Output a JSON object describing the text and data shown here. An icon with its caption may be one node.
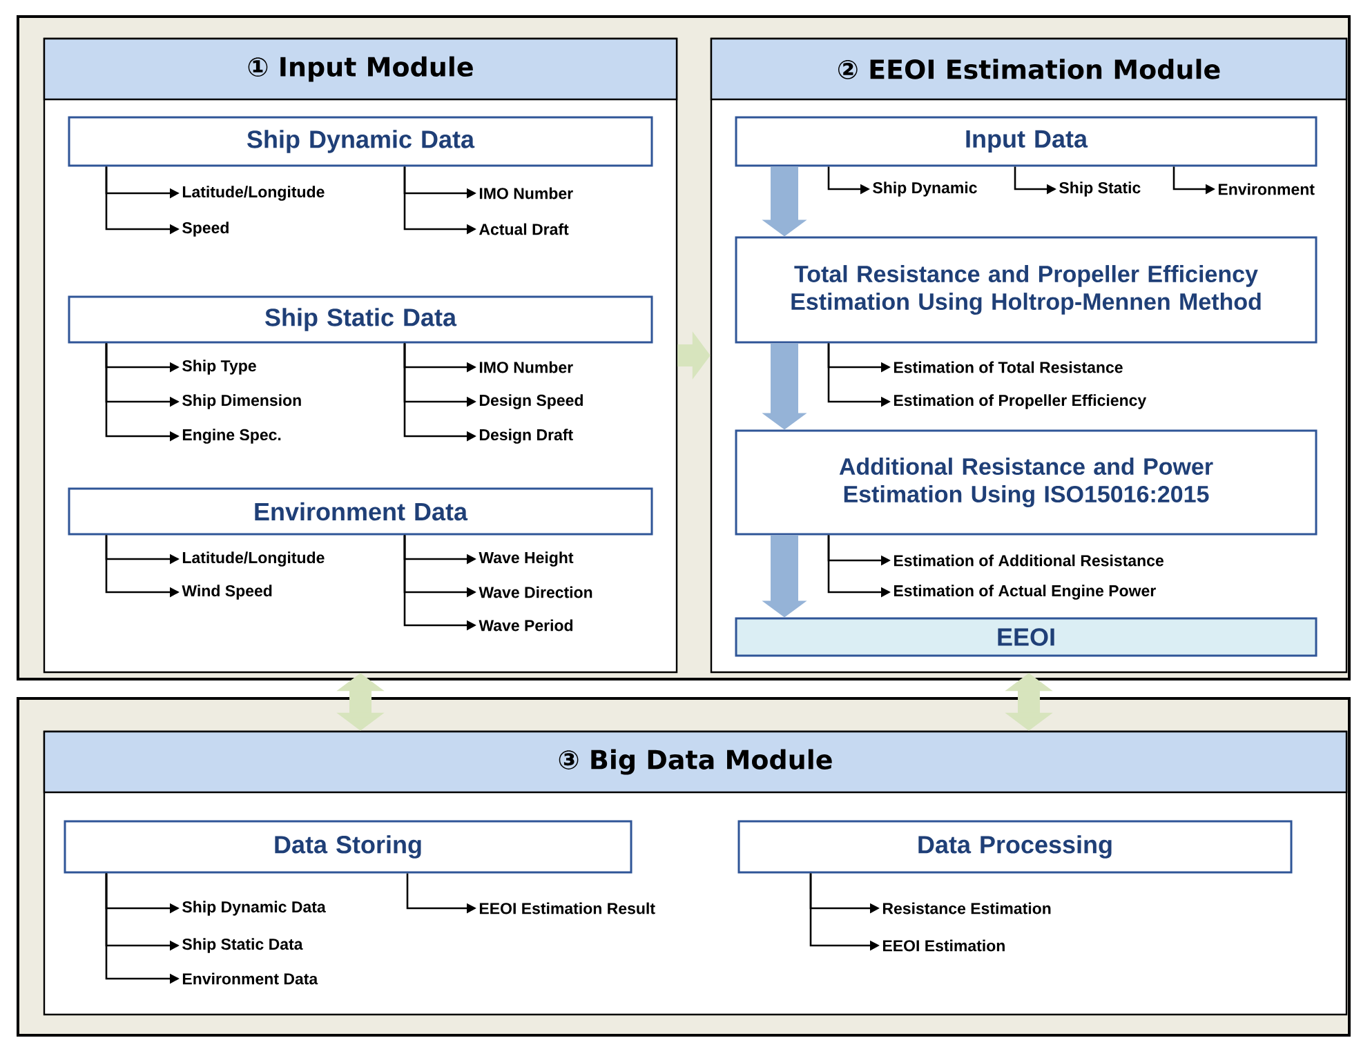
{
  "diagram": {
    "nodes": [
      {
        "text": [
          "① Input Module"
        ]
      },
      {
        "text": [
          "Ship Dynamic Data"
        ],
        "in": 0
      },
      {
        "text": [
          "Latitude/Longitude"
        ],
        "in": 0
      },
      {
        "text": [
          "Speed"
        ],
        "in": 0
      },
      {
        "text": [
          "IMO Number"
        ],
        "in": 0
      },
      {
        "text": [
          "Actual Draft"
        ],
        "in": 0
      },
      {
        "text": [
          "Ship Static Data"
        ],
        "in": 0
      },
      {
        "text": [
          "Ship Type"
        ],
        "in": 0
      },
      {
        "text": [
          "Ship Dimension"
        ],
        "in": 0
      },
      {
        "text": [
          "Engine Spec."
        ],
        "in": 0
      },
      {
        "text": [
          "IMO Number"
        ],
        "in": 0
      },
      {
        "text": [
          "Design Speed"
        ],
        "in": 0
      },
      {
        "text": [
          "Design Draft"
        ],
        "in": 0
      },
      {
        "text": [
          "Environment Data"
        ],
        "in": 0
      },
      {
        "text": [
          "Latitude/Longitude"
        ],
        "in": 0
      },
      {
        "text": [
          "Wind Speed"
        ],
        "in": 0
      },
      {
        "text": [
          "Wave Height"
        ],
        "in": 0
      },
      {
        "text": [
          "Wave Direction"
        ],
        "in": 0
      },
      {
        "text": [
          "Wave Period"
        ],
        "in": 0
      },
      {
        "text": [
          "② EEOI Estimation Module"
        ]
      },
      {
        "text": [
          "Input Data"
        ],
        "in": 19
      },
      {
        "text": [
          "Ship Dynamic"
        ],
        "in": 19
      },
      {
        "text": [
          "Ship Static"
        ],
        "in": 19
      },
      {
        "text": [
          "Environment"
        ],
        "in": 19
      },
      {
        "text": [
          "Total Resistance and Propeller Efficiency Estimation Using Holtrop-Mennen Method"
        ],
        "in": 19
      },
      {
        "text": [
          "Estimation of Total Resistance"
        ],
        "in": 19
      },
      {
        "text": [
          "Estimation of Propeller Efficiency"
        ],
        "in": 19
      },
      {
        "text": [
          "Additional Resistance and Power Estimation Using ISO15016:2015"
        ],
        "in": 19
      },
      {
        "text": [
          "Estimation of Additional Resistance"
        ],
        "in": 19
      },
      {
        "text": [
          "Estimation of Actual Engine Power"
        ],
        "in": 19
      },
      {
        "text": [
          "EEOI"
        ],
        "in": 19
      },
      {
        "text": [
          "③ Big Data Module"
        ]
      },
      {
        "text": [
          "Data Storing"
        ],
        "in": 31
      },
      {
        "text": [
          "Ship Dynamic Data"
        ],
        "in": 31
      },
      {
        "text": [
          "Ship Static Data"
        ],
        "in": 31
      },
      {
        "text": [
          "Environment Data"
        ],
        "in": 31
      },
      {
        "text": [
          "EEOI Estimation Result"
        ],
        "in": 31
      },
      {
        "text": [
          "Data Processing"
        ],
        "in": 31
      },
      {
        "text": [
          "Resistance Estimation"
        ],
        "in": 31
      },
      {
        "text": [
          "EEOI Estimation"
        ],
        "in": 31
      }
    ],
    "edges": [
      {
        "from": 1,
        "to": 2,
        "arrow": "to"
      },
      {
        "from": 1,
        "to": 3,
        "arrow": "to"
      },
      {
        "from": 1,
        "to": 4,
        "arrow": "to"
      },
      {
        "from": 1,
        "to": 5,
        "arrow": "to"
      },
      {
        "from": 6,
        "to": 7,
        "arrow": "to"
      },
      {
        "from": 6,
        "to": 8,
        "arrow": "to"
      },
      {
        "from": 6,
        "to": 9,
        "arrow": "to"
      },
      {
        "from": 6,
        "to": 10,
        "arrow": "to"
      },
      {
        "from": 6,
        "to": 11,
        "arrow": "to"
      },
      {
        "from": 6,
        "to": 12,
        "arrow": "to"
      },
      {
        "from": 13,
        "to": 14,
        "arrow": "to"
      },
      {
        "from": 13,
        "to": 15,
        "arrow": "to"
      },
      {
        "from": 13,
        "to": 16,
        "arrow": "to"
      },
      {
        "from": 13,
        "to": 17,
        "arrow": "to"
      },
      {
        "from": 13,
        "to": 18,
        "arrow": "to"
      },
      {
        "from": 20,
        "to": 21,
        "arrow": "to"
      },
      {
        "from": 20,
        "to": 22,
        "arrow": "to"
      },
      {
        "from": 20,
        "to": 23,
        "arrow": "to"
      },
      {
        "from": 24,
        "to": 25,
        "arrow": "to"
      },
      {
        "from": 24,
        "to": 26,
        "arrow": "to"
      },
      {
        "from": 27,
        "to": 28,
        "arrow": "to"
      },
      {
        "from": 27,
        "to": 29,
        "arrow": "to"
      },
      {
        "from": 32,
        "to": 33,
        "arrow": "to"
      },
      {
        "from": 32,
        "to": 34,
        "arrow": "to"
      },
      {
        "from": 32,
        "to": 35,
        "arrow": "to"
      },
      {
        "from": 32,
        "to": 36,
        "arrow": "to"
      },
      {
        "from": 37,
        "to": 38,
        "arrow": "to"
      },
      {
        "from": 37,
        "to": 39,
        "arrow": "to"
      },
      {
        "from": 0,
        "to": 19,
        "arrow": "to",
        "style": "thick",
        "color": "#d7e4bd"
      },
      {
        "from": 0,
        "to": 31,
        "arrow": "both",
        "style": "thick",
        "color": "#d7e4bd"
      },
      {
        "from": 19,
        "to": 31,
        "arrow": "both",
        "style": "thick",
        "color": "#d7e4bd"
      },
      {
        "from": 20,
        "to": 24,
        "arrow": "to",
        "style": "thick",
        "color": "#95b3d7"
      },
      {
        "from": 24,
        "to": 27,
        "arrow": "to",
        "style": "thick",
        "color": "#95b3d7"
      },
      {
        "from": 27,
        "to": 30,
        "arrow": "to",
        "style": "thick",
        "color": "#95b3d7"
      }
    ]
  }
}
